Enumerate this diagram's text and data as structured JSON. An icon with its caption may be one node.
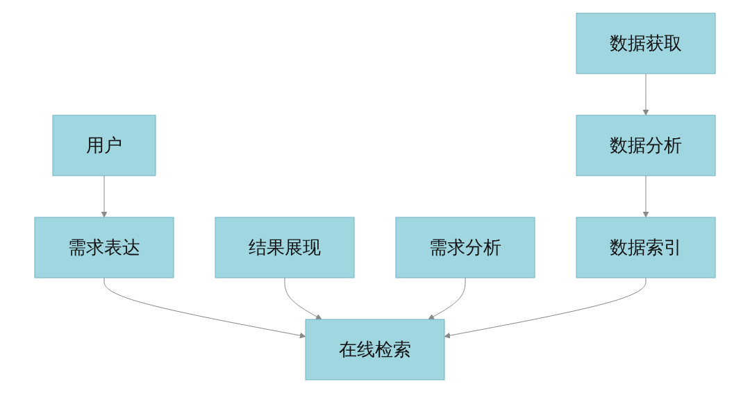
{
  "diagram": {
    "nodes": [
      {
        "text": [
          "用户"
        ]
      },
      {
        "text": [
          "需求表达"
        ]
      },
      {
        "text": [
          "结果展现"
        ]
      },
      {
        "text": [
          "在线检索"
        ]
      },
      {
        "text": [
          "需求分析"
        ]
      },
      {
        "text": [
          "数据获取"
        ]
      },
      {
        "text": [
          "数据分析"
        ]
      },
      {
        "text": [
          "数据索引"
        ]
      }
    ],
    "edges": [
      {
        "from": 0,
        "to": 1,
        "arrow": "to"
      },
      {
        "from": 1,
        "to": 3,
        "arrow": "to"
      },
      {
        "from": 2,
        "to": 3,
        "arrow": "to"
      },
      {
        "from": 4,
        "to": 3,
        "arrow": "to"
      },
      {
        "from": 5,
        "to": 6,
        "arrow": "to"
      },
      {
        "from": 6,
        "to": 7,
        "arrow": "to"
      },
      {
        "from": 7,
        "to": 3,
        "arrow": "to"
      }
    ]
  }
}
